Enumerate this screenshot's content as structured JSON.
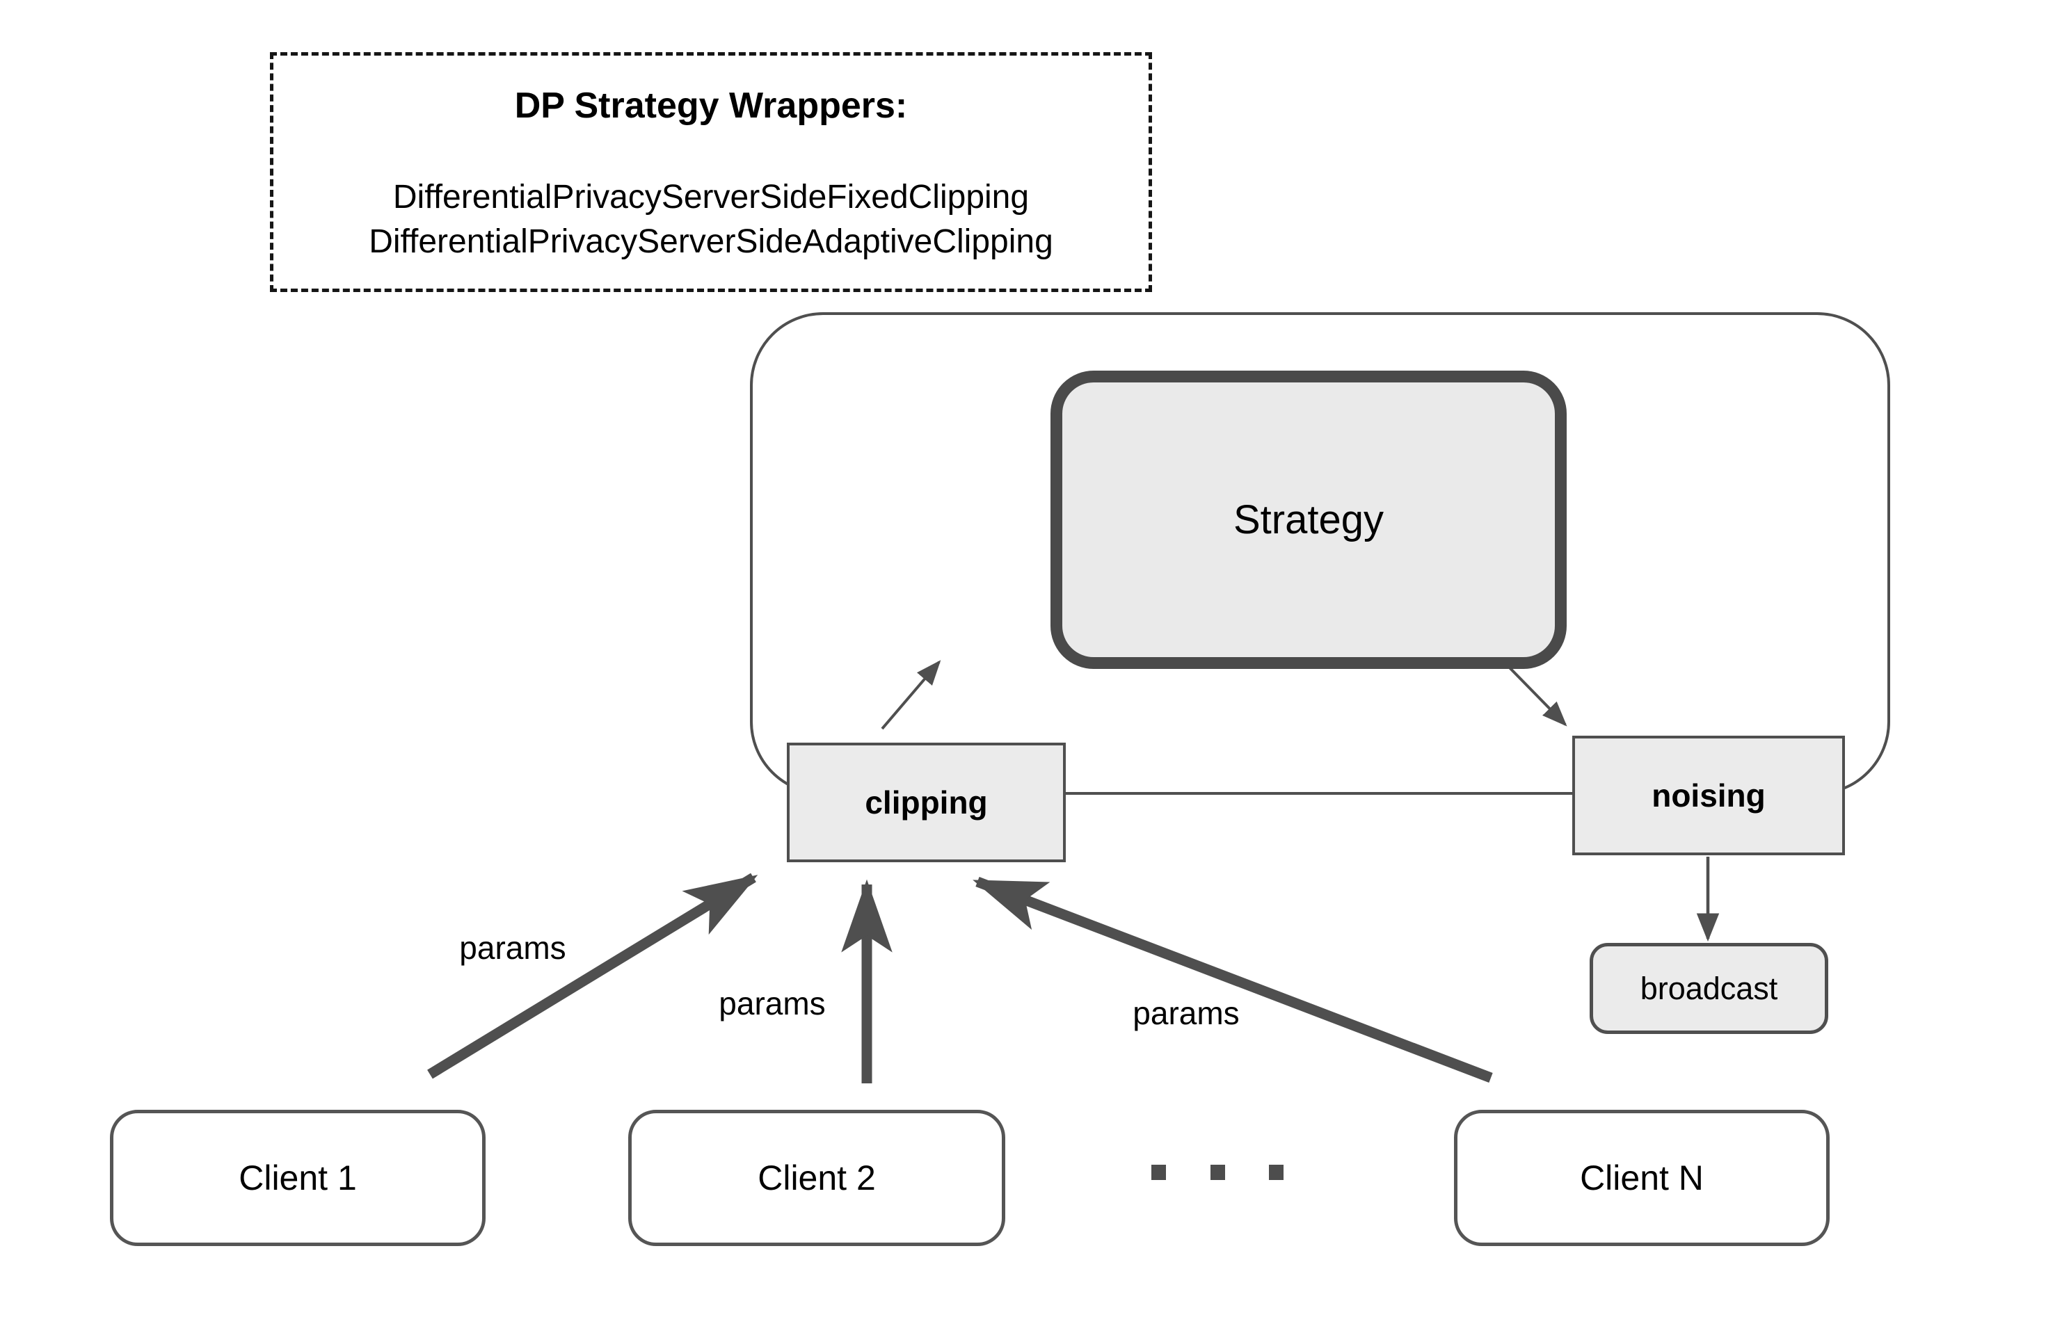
{
  "wrappers_box": {
    "title": "DP Strategy Wrappers:",
    "classes": [
      "DifferentialPrivacyServerSideFixedClipping",
      "DifferentialPrivacyServerSideAdaptiveClipping"
    ]
  },
  "server": {
    "strategy": "Strategy",
    "clipping": "clipping",
    "noising": "noising",
    "broadcast": "broadcast"
  },
  "clients": [
    {
      "label": "Client 1"
    },
    {
      "label": "Client 2"
    },
    {
      "label": "Client N"
    }
  ],
  "flows": {
    "params": [
      "params",
      "params",
      "params"
    ]
  },
  "icons": {
    "ellipsis": "three-square-dots"
  },
  "colors": {
    "background": "#ffffff",
    "node_fill": "#ebebeb",
    "strategy_fill": "#eaeaea",
    "border": "#4f4f4f",
    "strategy_border": "#4a4a4a",
    "arrow": "#4f4f4f",
    "dashed_border": "#161616",
    "text": "#000000"
  }
}
